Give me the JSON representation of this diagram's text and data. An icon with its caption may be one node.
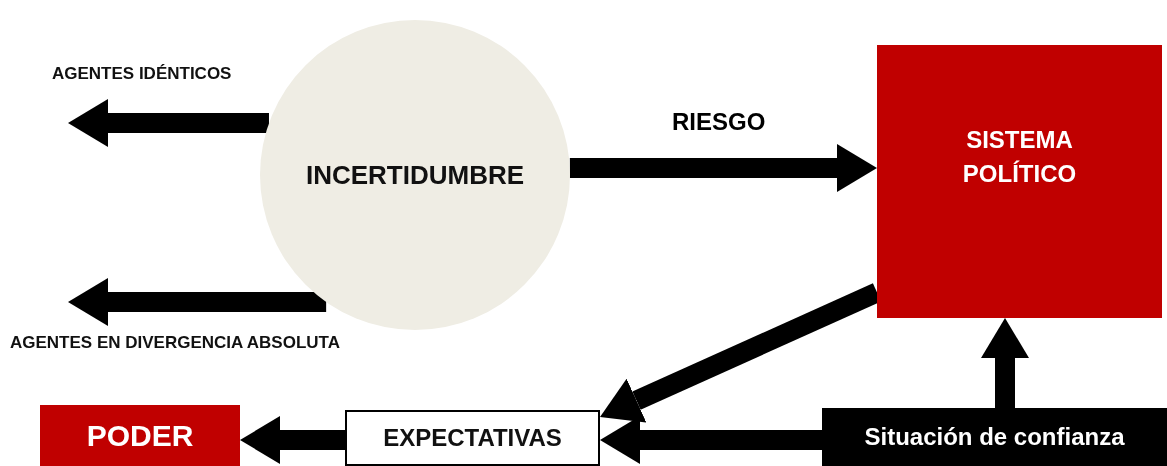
{
  "diagram": {
    "nodes": [
      {
        "text": [
          "INCERTIDUMBRE"
        ]
      },
      {
        "text": [
          "SISTEMA POLÍTICO"
        ]
      },
      {
        "text": [
          "PODER"
        ]
      },
      {
        "text": [
          "EXPECTATIVAS"
        ]
      },
      {
        "text": [
          "Situación de confianza"
        ]
      }
    ],
    "edges": [
      {
        "from": 0,
        "to": null,
        "arrow": "to"
      },
      {
        "from": 0,
        "to": null,
        "arrow": "to"
      },
      {
        "from": 0,
        "to": 1,
        "arrow": "to",
        "label": "RIESGO"
      },
      {
        "from": 1,
        "to": 3,
        "arrow": "to"
      },
      {
        "from": 4,
        "to": 1,
        "arrow": "to"
      },
      {
        "from": 4,
        "to": 3,
        "arrow": "to"
      },
      {
        "from": 3,
        "to": 2,
        "arrow": "to"
      }
    ],
    "labels": [
      "AGENTES IDÉNTICOS",
      "AGENTES EN DIVERGENCIA ABSOLUTA"
    ]
  }
}
